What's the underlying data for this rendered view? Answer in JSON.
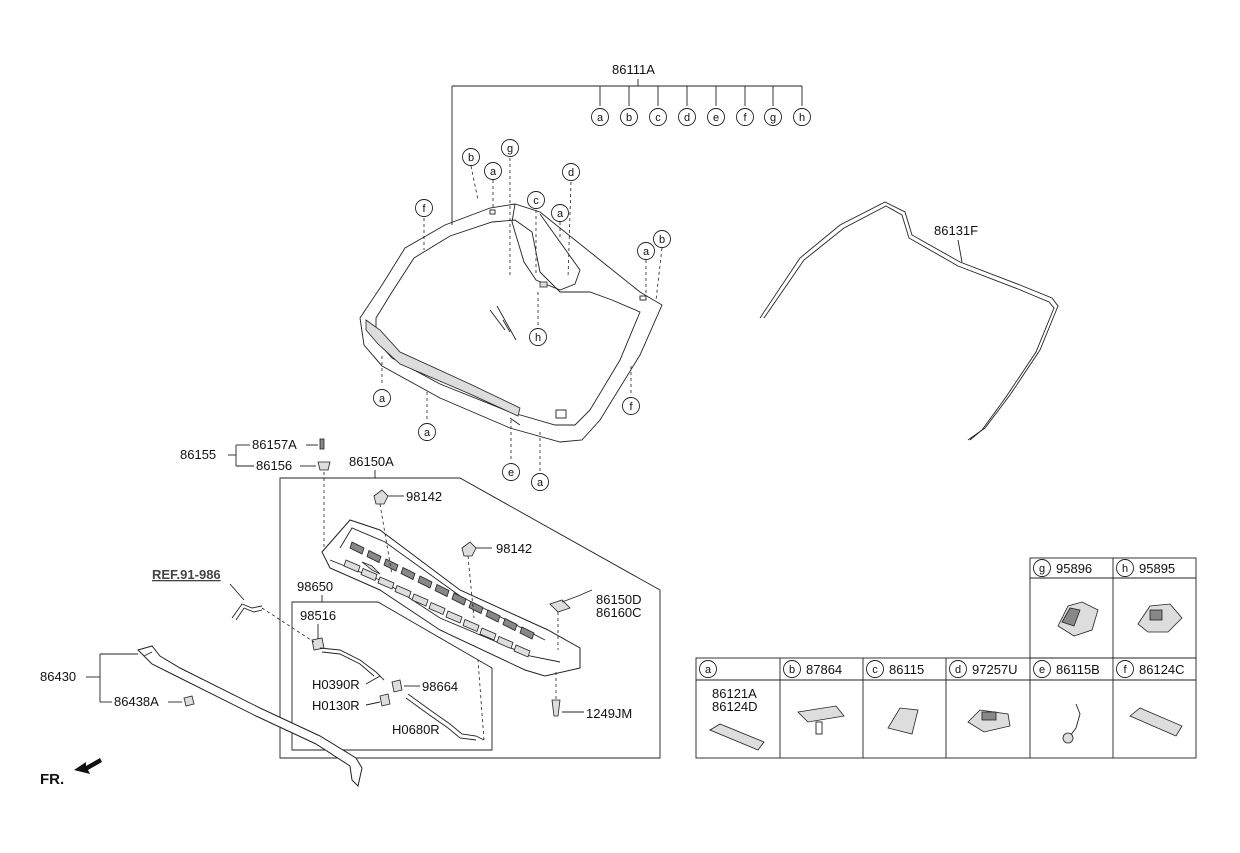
{
  "labels": {
    "glass_assy": "86111A",
    "molding": "86131F",
    "bolt_plate": "86157A",
    "fastener_group": "86155",
    "clip": "86156",
    "cowl_assy": "86150A",
    "nozzle_1": "98142",
    "nozzle_2": "98142",
    "hose_assy": "98650",
    "connector": "98516",
    "cowl_d": "86150D",
    "cowl_c": "86160C",
    "hose_1": "H0390R",
    "valve": "98664",
    "hose_2": "H0130R",
    "hose_3": "H0680R",
    "screw": "1249JM",
    "weatherstrip": "86430",
    "grommet": "86438A",
    "ref": "REF.91-986",
    "front": "FR."
  },
  "letters": [
    "a",
    "b",
    "c",
    "d",
    "e",
    "f",
    "g",
    "h"
  ],
  "legend": {
    "top_row": [
      {
        "letter": "g",
        "part": "95896"
      },
      {
        "letter": "h",
        "part": "95895"
      }
    ],
    "bottom_row": [
      {
        "letter": "a",
        "part": "",
        "parts": [
          "86121A",
          "86124D"
        ]
      },
      {
        "letter": "b",
        "part": "87864"
      },
      {
        "letter": "c",
        "part": "86115"
      },
      {
        "letter": "d",
        "part": "97257U"
      },
      {
        "letter": "e",
        "part": "86115B"
      },
      {
        "letter": "f",
        "part": "86124C"
      }
    ]
  }
}
